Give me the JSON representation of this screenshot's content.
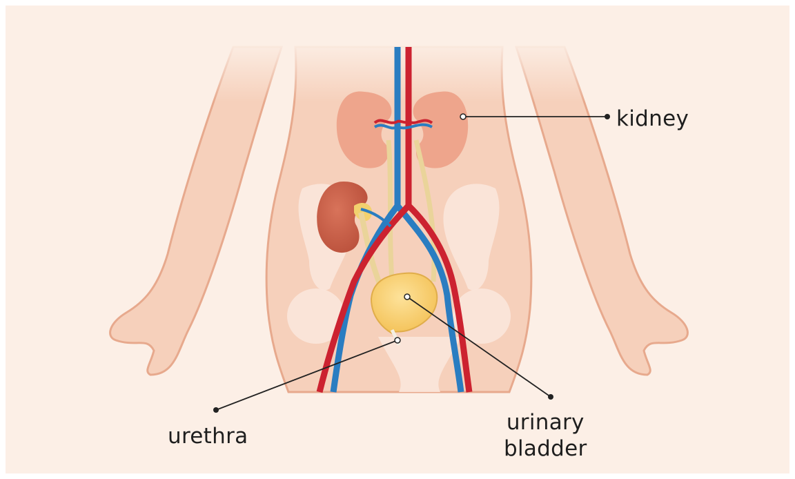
{
  "labels": {
    "kidney": "kidney",
    "urethra": "urethra",
    "bladder_line1": "urinary",
    "bladder_line2": "bladder"
  },
  "colors": {
    "background": "#fcefe6",
    "skin": "#f6d0bb",
    "skin_outline": "#e7a98d",
    "kidney": "#eea58c",
    "kidney_highlight": "#c9634a",
    "artery": "#cc2230",
    "vein": "#2a7dc1",
    "ureter": "#ead49a",
    "bladder": "#f7cd6a",
    "pelvis": "#fbe6dc"
  }
}
